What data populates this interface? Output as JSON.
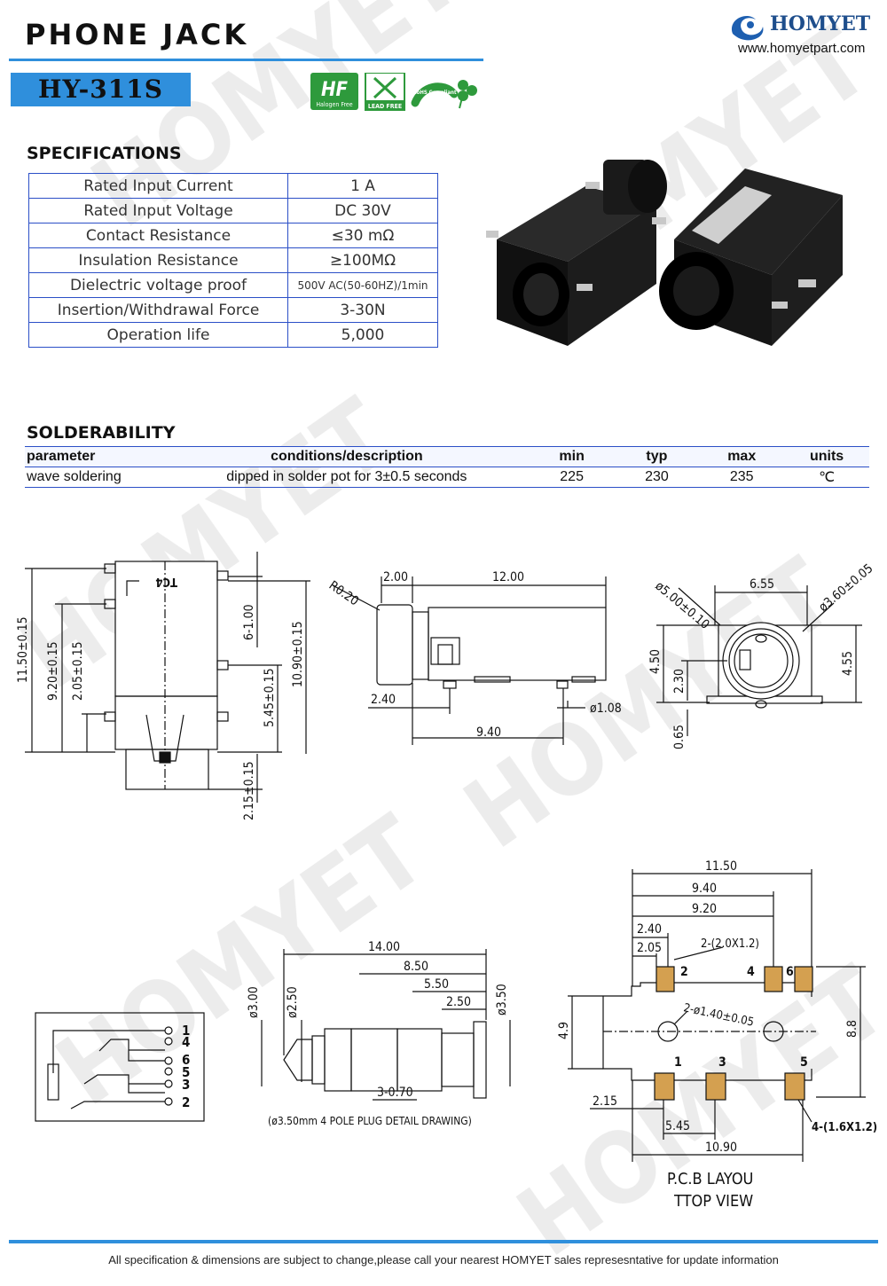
{
  "header": {
    "title": "PHONE JACK",
    "model": "HY-311S",
    "brand": "HOMYET",
    "website": "www.homyetpart.com",
    "badges": {
      "halogen_free": "Halogen Free",
      "lead_free": "LEAD FREE",
      "rohs": "RoHS Compliant"
    }
  },
  "watermark": "HOMYET",
  "specifications": {
    "heading": "SPECIFICATIONS",
    "rows": [
      {
        "name": "Rated Input Current",
        "value": "1 A"
      },
      {
        "name": "Rated Input Voltage",
        "value": "DC  30V"
      },
      {
        "name": "Contact Resistance",
        "value": "≤30  mΩ"
      },
      {
        "name": "Insulation Resistance",
        "value": "≥100MΩ"
      },
      {
        "name": "Dielectric voltage proof",
        "value": "500V AC(50-60HZ)/1min"
      },
      {
        "name": "Insertion/Withdrawal Force",
        "value": "3-30N"
      },
      {
        "name": "Operation life",
        "value": "5,000"
      }
    ]
  },
  "solderability": {
    "heading": "SOLDERABILITY",
    "headers": [
      "parameter",
      "conditions/description",
      "min",
      "typ",
      "max",
      "units"
    ],
    "row": [
      "wave soldering",
      "dipped in solder pot for 3±0.5 seconds",
      "225",
      "230",
      "235",
      "℃"
    ]
  },
  "drawings": {
    "top_view": {
      "dims": [
        "11.50±0.15",
        "9.20±0.15",
        "2.05±0.15",
        "6-1.00",
        "10.90±0.15",
        "5.45±0.15",
        "2.15±0.15"
      ],
      "marking": "TC4"
    },
    "side_view": {
      "dims": [
        "R0.20",
        "2.00",
        "12.00",
        "2.40",
        "ø1.08",
        "9.40"
      ]
    },
    "front_view": {
      "dims": [
        "ø5.00±0.10",
        "6.55",
        "ø3.60±0.05",
        "4.50",
        "2.30",
        "4.55",
        "0.65"
      ]
    },
    "schematic": {
      "pins": [
        "1",
        "4",
        "6",
        "5",
        "3",
        "2"
      ]
    },
    "plug": {
      "dims": [
        "14.00",
        "8.50",
        "5.50",
        "2.50",
        "ø3.00",
        "ø2.50",
        "ø3.50",
        "3-0.70"
      ],
      "caption": "(ø3.50mm 4 POLE PLUG DETAIL DRAWING)"
    },
    "pcb_layout": {
      "dims": [
        "11.50",
        "9.40",
        "9.20",
        "2.40",
        "2.05",
        "2-(2.0X1.2)",
        "2-ø1.40±0.05",
        "4.9",
        "8.8",
        "2.15",
        "5.45",
        "10.90",
        "4-(1.6X1.2)"
      ],
      "pins_top": [
        "2",
        "4",
        "6"
      ],
      "pins_bottom": [
        "1",
        "3",
        "5"
      ],
      "caption_line1": "P.C.B LAYOU",
      "caption_line2": "TTOP VIEW"
    }
  },
  "footer": "All specification & dimensions are subject to change,please call your nearest HOMYET sales represesntative for update information"
}
